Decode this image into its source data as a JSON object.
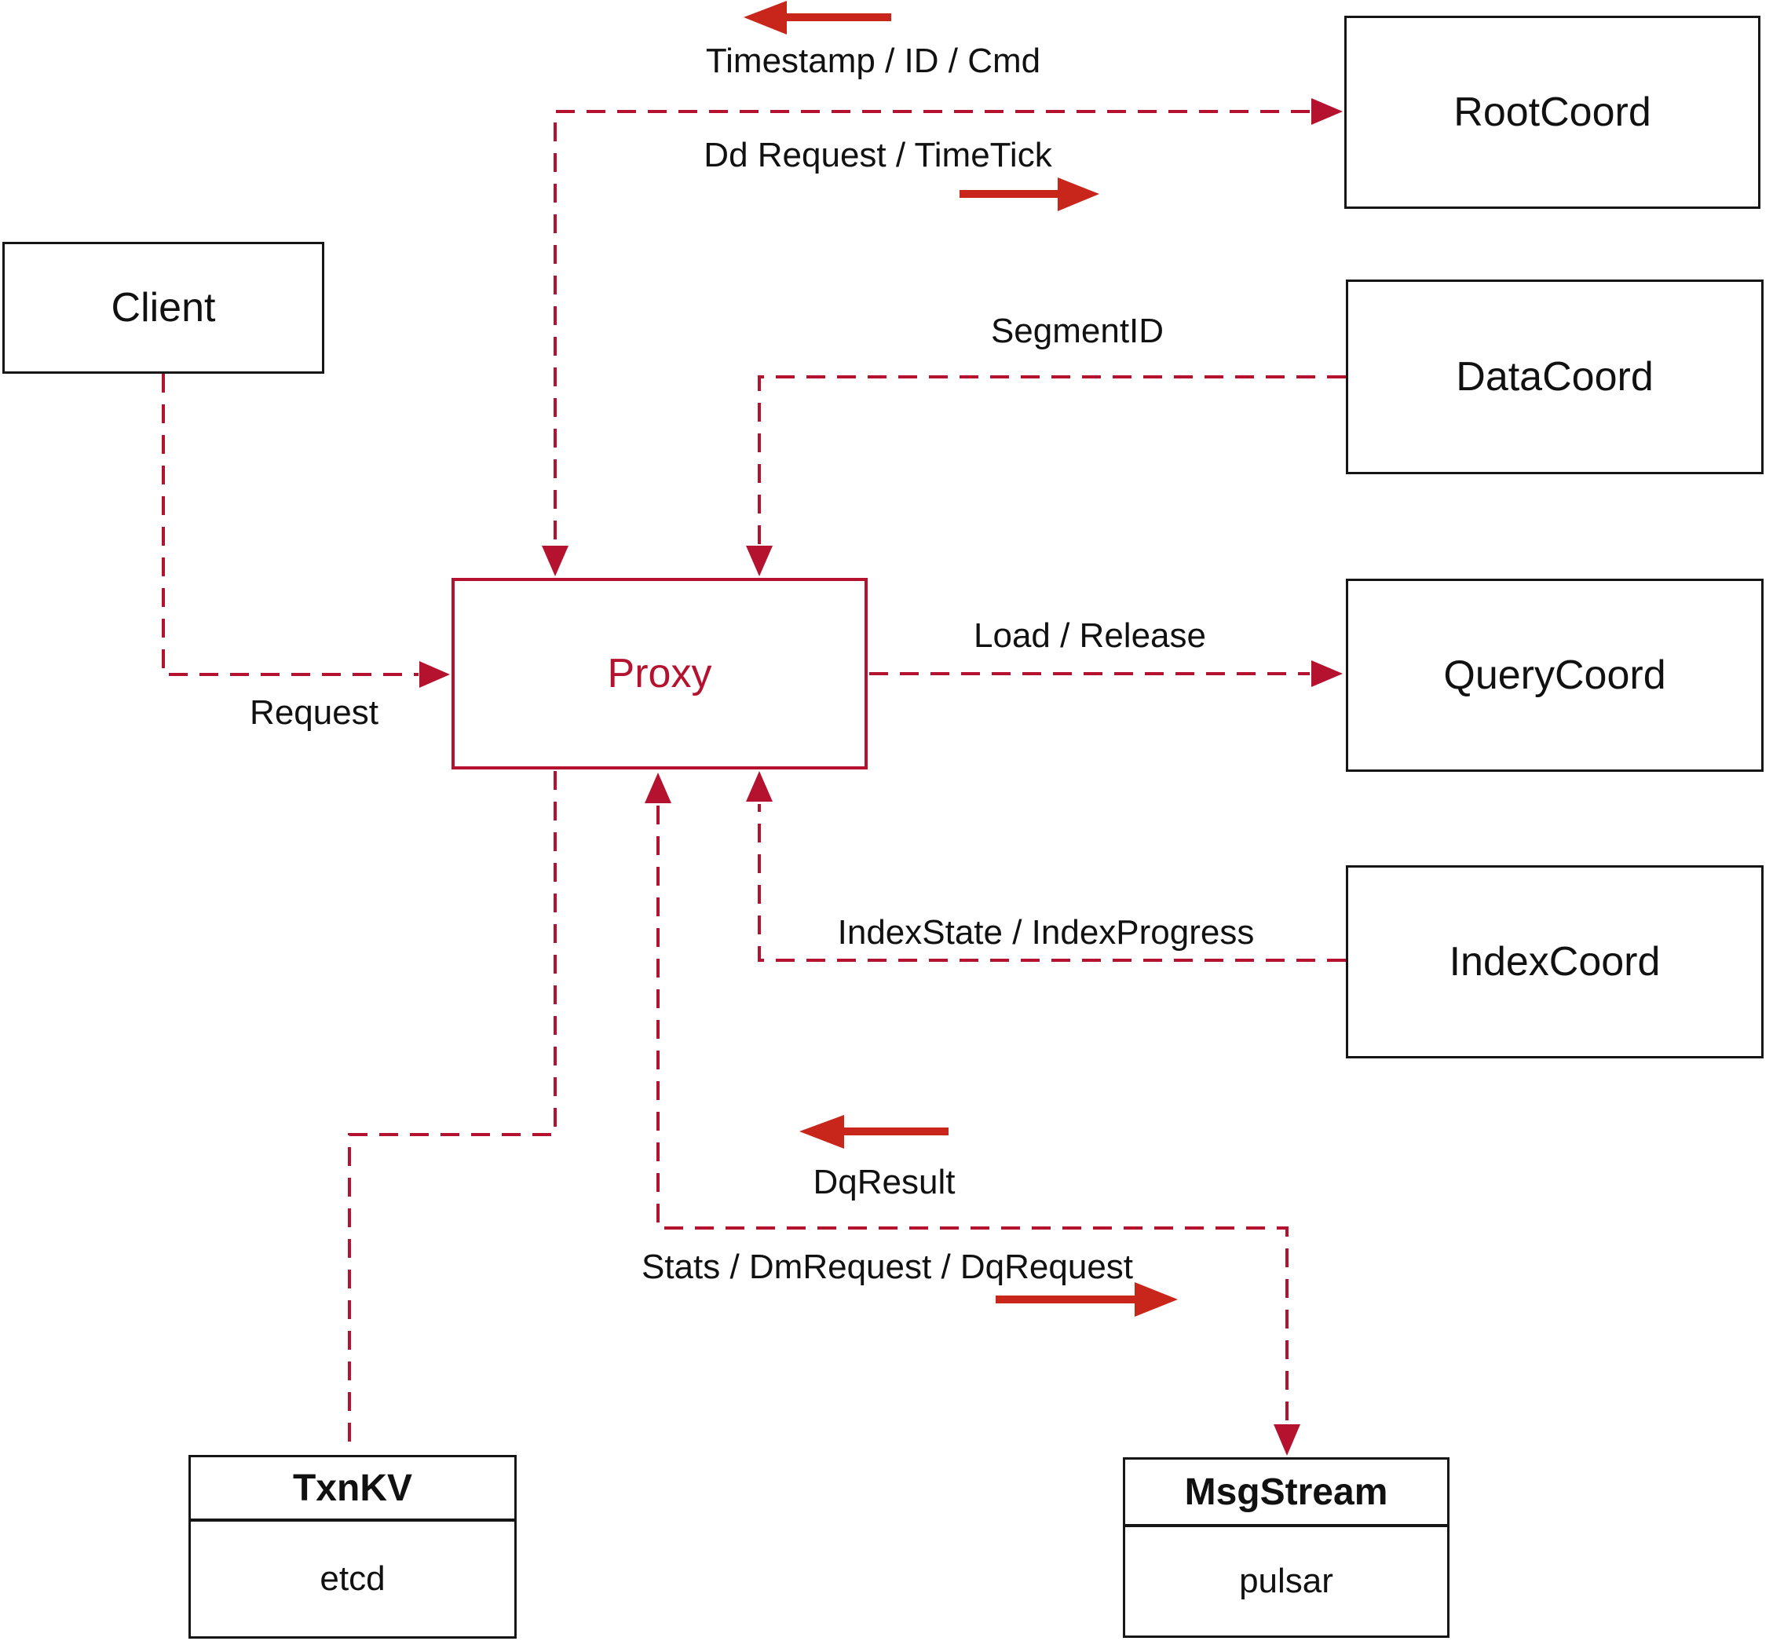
{
  "nodes": {
    "client": {
      "label": "Client"
    },
    "root_coord": {
      "label": "RootCoord"
    },
    "data_coord": {
      "label": "DataCoord"
    },
    "query_coord": {
      "label": "QueryCoord"
    },
    "index_coord": {
      "label": "IndexCoord"
    },
    "proxy": {
      "label": "Proxy"
    },
    "txn_kv": {
      "title": "TxnKV",
      "impl": "etcd"
    },
    "msg_stream": {
      "title": "MsgStream",
      "impl": "pulsar"
    }
  },
  "edge_labels": {
    "timestamp_id_cmd": "Timestamp / ID / Cmd",
    "dd_request_timetick": "Dd Request / TimeTick",
    "segment_id": "SegmentID",
    "request": "Request",
    "load_release": "Load / Release",
    "index_state_progress": "IndexState / IndexProgress",
    "dq_result": "DqResult",
    "stats_dm_dq": "Stats / DmRequest / DqRequest"
  },
  "edges": [
    {
      "from": "Proxy",
      "to": "RootCoord",
      "labels": [
        "Timestamp / ID / Cmd",
        "Dd Request / TimeTick"
      ],
      "direction": "bidirectional",
      "style": "dashed"
    },
    {
      "from": "DataCoord",
      "to": "Proxy",
      "labels": [
        "SegmentID"
      ],
      "direction": "to-proxy",
      "style": "dashed"
    },
    {
      "from": "Client",
      "to": "Proxy",
      "labels": [
        "Request"
      ],
      "direction": "to-proxy",
      "style": "dashed"
    },
    {
      "from": "Proxy",
      "to": "QueryCoord",
      "labels": [
        "Load / Release"
      ],
      "direction": "to-querycoord",
      "style": "dashed"
    },
    {
      "from": "IndexCoord",
      "to": "Proxy",
      "labels": [
        "IndexState / IndexProgress"
      ],
      "direction": "to-proxy",
      "style": "dashed"
    },
    {
      "from": "Proxy",
      "to": "TxnKV",
      "labels": [],
      "direction": "none",
      "style": "dashed"
    },
    {
      "from": "Proxy",
      "to": "MsgStream",
      "labels": [
        "DqResult",
        "Stats / DmRequest / DqRequest"
      ],
      "direction": "bidirectional",
      "style": "dashed"
    }
  ],
  "colors": {
    "dashed_line": "#b5122f",
    "solid_arrow": "#c9261b",
    "box_border": "#161616",
    "text": "#111111",
    "background": "#ffffff"
  }
}
